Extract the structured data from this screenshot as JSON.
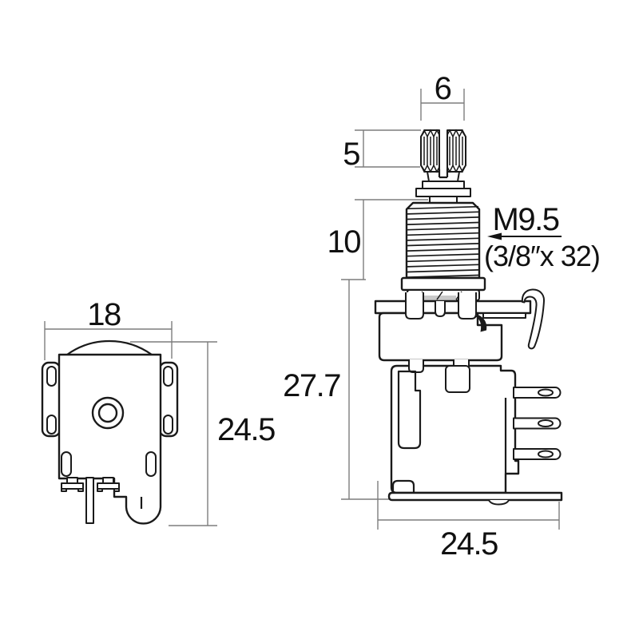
{
  "drawing": {
    "colors": {
      "outline": "#1a1a1a",
      "dimension_lines": "#7d7d7d",
      "text": "#111111",
      "background": "#ffffff"
    },
    "back_view": {
      "dims": {
        "body_width": "18",
        "overall_height": "24.5"
      }
    },
    "side_view": {
      "dims": {
        "shaft_top_width": "6",
        "knurl_height": "5",
        "bushing_length": "10",
        "thread_metric": "M9.5",
        "thread_imperial": "(3/8″x 32)",
        "overall_height": "27.7",
        "base_width": "24.5"
      }
    }
  }
}
